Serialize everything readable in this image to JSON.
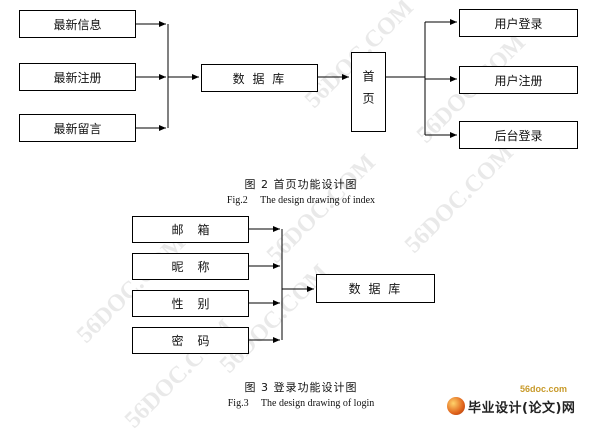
{
  "figure1": {
    "left_nodes": [
      "最新信息",
      "最新注册",
      "最新留言"
    ],
    "center_node": "数 据 库",
    "home_node": "首页",
    "right_nodes": [
      "用户登录",
      "用户注册",
      "后台登录"
    ],
    "caption_zh": "图 2  首页功能设计图",
    "caption_en": "Fig.2     The design drawing of index"
  },
  "figure2": {
    "left_nodes": [
      "邮箱",
      "昵称",
      "性别",
      "密码"
    ],
    "center_node": "数 据 库",
    "caption_zh": "图 3  登录功能设计图",
    "caption_en": "Fig.3     The design drawing of login"
  },
  "watermark": "56DOC.COM",
  "logo": {
    "site": "56doc.com",
    "name": "毕业设计(论文)网"
  }
}
